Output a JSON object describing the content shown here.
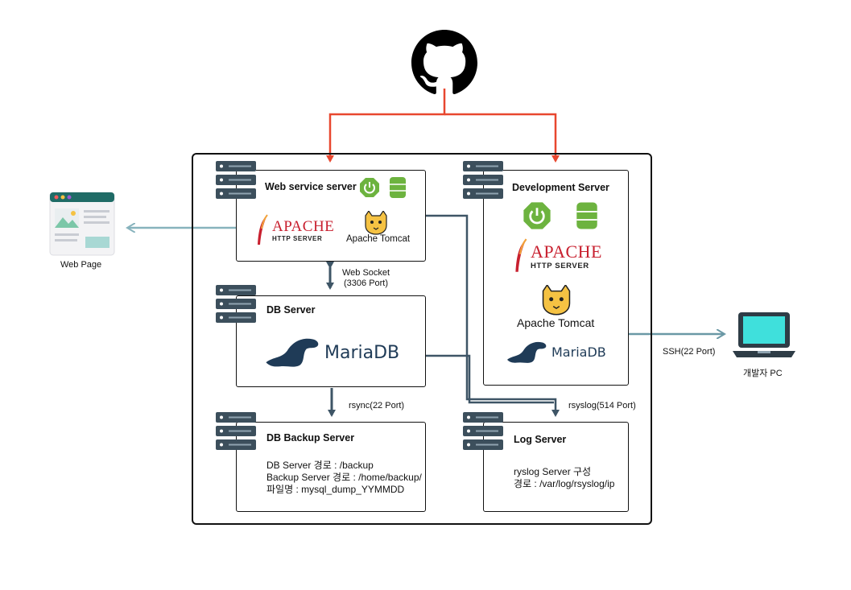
{
  "servers": {
    "web": {
      "title": "Web service server",
      "apache_word": "APACHE",
      "apache_sub": "HTTP SERVER",
      "tomcat_label": "Apache Tomcat"
    },
    "dev": {
      "title": "Development Server",
      "apache_word": "APACHE",
      "apache_sub": "HTTP SERVER",
      "tomcat_label": "Apache Tomcat",
      "mariadb_label": "MariaDB"
    },
    "db": {
      "title": "DB Server",
      "mariadb_label": "MariaDB"
    },
    "backup": {
      "title": "DB Backup Server",
      "lines": [
        "DB Server 경로 : /backup",
        "Backup Server 경로 : /home/backup/",
        "파일명 : mysql_dump_YYMMDD"
      ]
    },
    "log": {
      "title": "Log Server",
      "lines": [
        "ryslog Server 구성",
        "경로 : /var/log/rsyslog/ip"
      ]
    }
  },
  "connections": {
    "websocket_line1": "Web Socket",
    "websocket_line2": "(3306 Port)",
    "rsync": "rsync(22 Port)",
    "rsyslog": "rsyslog(514 Port)",
    "ssh": "SSH(22 Port)"
  },
  "external": {
    "web_page": "Web Page",
    "dev_pc": "개발자 PC"
  },
  "colors": {
    "github_arrow": "#e8472f",
    "internal_line": "#3e5566",
    "external_line": "#87b3bd"
  }
}
